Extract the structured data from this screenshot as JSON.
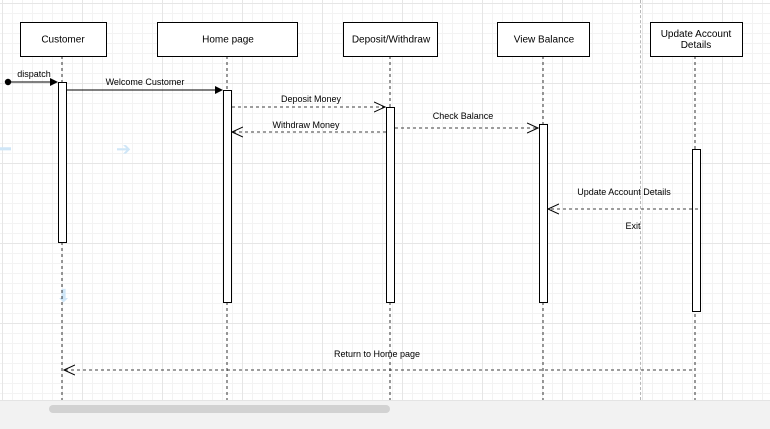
{
  "diagram": {
    "lifelines": [
      {
        "label": [
          "Customer"
        ]
      },
      {
        "label": [
          "Home page"
        ]
      },
      {
        "label": [
          "Deposit/Withdraw"
        ]
      },
      {
        "label": [
          "View Balance"
        ]
      },
      {
        "label": [
          "Update Account",
          "Details"
        ]
      }
    ],
    "messages": [
      {
        "label": "dispatch"
      },
      {
        "label": "Welcome Customer"
      },
      {
        "label": "Deposit Money"
      },
      {
        "label": "Withdraw Money"
      },
      {
        "label": "Check Balance"
      },
      {
        "label": "Update Account Details"
      },
      {
        "label": "Exit"
      },
      {
        "label": "Return to Home page"
      }
    ]
  },
  "colors": {
    "stroke": "#000000",
    "hint": "#cfe6f7",
    "scrollbar_track": "#f2f2f2",
    "scrollbar_thumb": "#d2d2d2"
  }
}
